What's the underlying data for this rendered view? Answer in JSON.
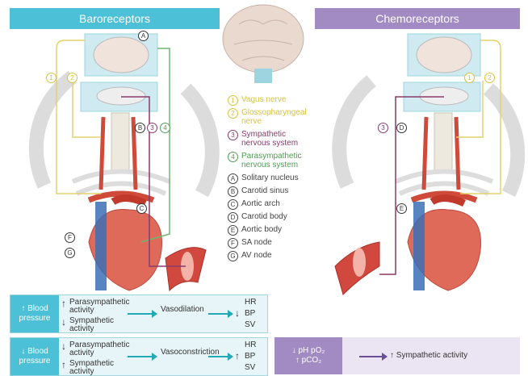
{
  "headers": {
    "baroreceptors": "Baroreceptors",
    "chemoreceptors": "Chemoreceptors"
  },
  "legend": [
    {
      "mark": "1",
      "text": "Vagus nerve",
      "color": "#d9c23a"
    },
    {
      "mark": "2",
      "text": "Glossopharyngeal nerve",
      "color": "#d9c23a"
    },
    {
      "mark": "3",
      "text": "Sympathetic nervous system",
      "color": "#8a3a6b"
    },
    {
      "mark": "4",
      "text": "Parasympathetic nervous system",
      "color": "#4f9e55"
    },
    {
      "mark": "A",
      "text": "Solitary nucleus",
      "color": "#444444"
    },
    {
      "mark": "B",
      "text": "Carotid sinus",
      "color": "#444444"
    },
    {
      "mark": "C",
      "text": "Aortic arch",
      "color": "#444444"
    },
    {
      "mark": "D",
      "text": "Carotid body",
      "color": "#444444"
    },
    {
      "mark": "E",
      "text": "Aortic body",
      "color": "#444444"
    },
    {
      "mark": "F",
      "text": "SA node",
      "color": "#444444"
    },
    {
      "mark": "G",
      "text": "AV node",
      "color": "#444444"
    }
  ],
  "baro_rows": [
    {
      "trigger_arrow": "↑",
      "trigger": "Blood pressure",
      "act1_arrow": "↑",
      "act1": "Parasympathetic activity",
      "act2_arrow": "↓",
      "act2": "Sympathetic activity",
      "effect": "Vasodilation",
      "out_arrow": "↓",
      "outputs": [
        "HR",
        "BP",
        "SV"
      ]
    },
    {
      "trigger_arrow": "↓",
      "trigger": "Blood pressure",
      "act1_arrow": "↓",
      "act1": "Parasympathetic activity",
      "act2_arrow": "↑",
      "act2": "Sympathetic activity",
      "effect": "Vasoconstriction",
      "out_arrow": "↑",
      "outputs": [
        "HR",
        "BP",
        "SV"
      ]
    }
  ],
  "chemo_row": {
    "trigger_line1": "↓ pH pO₂",
    "trigger_line2": "↑ pCO₂",
    "response": "↑ Sympathetic activity"
  },
  "diagram_labels": {
    "left": [
      "A",
      "B",
      "C",
      "F",
      "G"
    ],
    "left_nerves": [
      "1",
      "2",
      "3",
      "4"
    ],
    "right": [
      "D",
      "E"
    ],
    "right_nerves": [
      "3",
      "1",
      "2"
    ]
  }
}
